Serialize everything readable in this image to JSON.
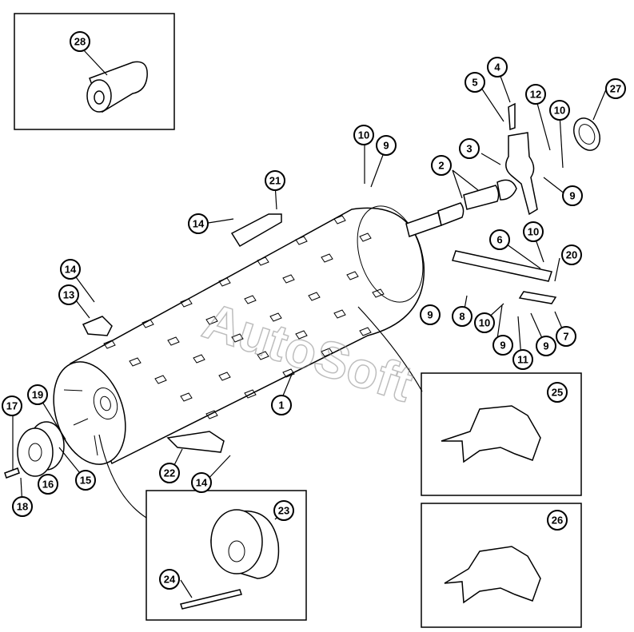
{
  "watermark": "AutoSoft",
  "callouts": [
    {
      "id": "c1",
      "label": "1"
    },
    {
      "id": "c2",
      "label": "2"
    },
    {
      "id": "c3",
      "label": "3"
    },
    {
      "id": "c4",
      "label": "4"
    },
    {
      "id": "c5",
      "label": "5"
    },
    {
      "id": "c6",
      "label": "6"
    },
    {
      "id": "c7",
      "label": "7"
    },
    {
      "id": "c8",
      "label": "8"
    },
    {
      "id": "c9a",
      "label": "9"
    },
    {
      "id": "c9b",
      "label": "9"
    },
    {
      "id": "c9c",
      "label": "9"
    },
    {
      "id": "c9d",
      "label": "9"
    },
    {
      "id": "c9e",
      "label": "9"
    },
    {
      "id": "c10a",
      "label": "10"
    },
    {
      "id": "c10b",
      "label": "10"
    },
    {
      "id": "c10c",
      "label": "10"
    },
    {
      "id": "c10d",
      "label": "10"
    },
    {
      "id": "c11",
      "label": "11"
    },
    {
      "id": "c12",
      "label": "12"
    },
    {
      "id": "c13",
      "label": "13"
    },
    {
      "id": "c14a",
      "label": "14"
    },
    {
      "id": "c14b",
      "label": "14"
    },
    {
      "id": "c14c",
      "label": "14"
    },
    {
      "id": "c15",
      "label": "15"
    },
    {
      "id": "c16",
      "label": "16"
    },
    {
      "id": "c17",
      "label": "17"
    },
    {
      "id": "c18",
      "label": "18"
    },
    {
      "id": "c19",
      "label": "19"
    },
    {
      "id": "c20",
      "label": "20"
    },
    {
      "id": "c21",
      "label": "21"
    },
    {
      "id": "c22",
      "label": "22"
    },
    {
      "id": "c23",
      "label": "23"
    },
    {
      "id": "c24",
      "label": "24"
    },
    {
      "id": "c25",
      "label": "25"
    },
    {
      "id": "c26",
      "label": "26"
    },
    {
      "id": "c27",
      "label": "27"
    },
    {
      "id": "c28",
      "label": "28"
    }
  ]
}
